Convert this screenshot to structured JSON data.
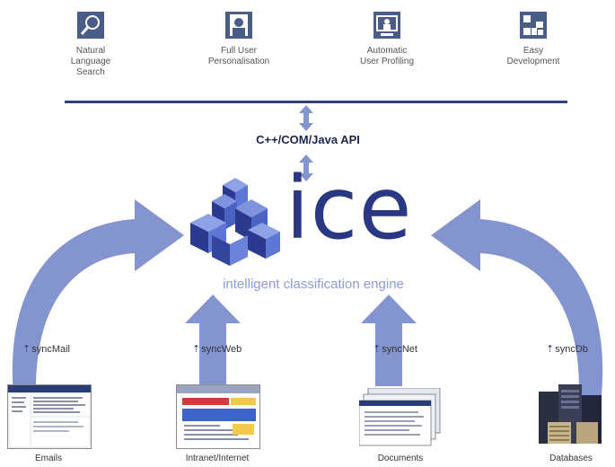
{
  "features": [
    {
      "label": "Natural\nLanguage\nSearch",
      "icon": "magnifier-icon"
    },
    {
      "label": "Full User\nPersonalisation",
      "icon": "user-icon"
    },
    {
      "label": "Automatic\nUser Profiling",
      "icon": "monitor-user-icon"
    },
    {
      "label": "Easy\nDevelopment",
      "icon": "grid-blocks-icon"
    }
  ],
  "api_label": "C++/COM/Java API",
  "engine": {
    "name": "ice",
    "subtitle": "intelligent classification engine",
    "logo": "cube-cluster-logo"
  },
  "sources": [
    {
      "sync": "syncMail",
      "caption": "Emails",
      "icon": "email-client-screenshot"
    },
    {
      "sync": "syncWeb",
      "caption": "Intranet/Internet",
      "icon": "web-browser-screenshot"
    },
    {
      "sync": "syncNet",
      "caption": "Documents",
      "icon": "documents-stack-screenshot"
    },
    {
      "sync": "syncDb",
      "caption": "Databases",
      "icon": "server-rack-photo"
    }
  ],
  "colors": {
    "arrow": "#8494cf",
    "dark_blue": "#2f3e7c",
    "icon_bg": "#4a5d86",
    "logo_blue": "#4a62c1"
  }
}
